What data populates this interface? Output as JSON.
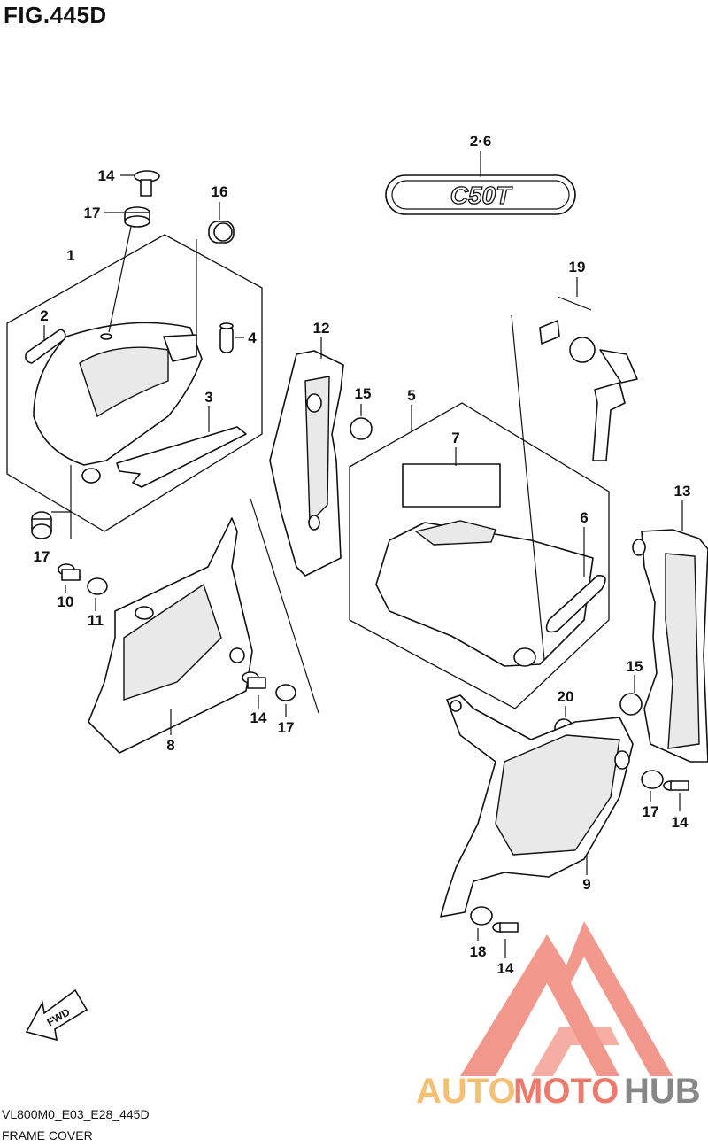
{
  "figure": {
    "title": "FIG.445D",
    "code": "VL800M0_E03_E28_445D",
    "name": "FRAME COVER"
  },
  "callouts": [
    {
      "id": "c-2-6",
      "label": "2·6"
    },
    {
      "id": "c-14a",
      "label": "14"
    },
    {
      "id": "c-17a",
      "label": "17"
    },
    {
      "id": "c-16",
      "label": "16"
    },
    {
      "id": "c-1",
      "label": "1"
    },
    {
      "id": "c-2",
      "label": "2"
    },
    {
      "id": "c-4",
      "label": "4"
    },
    {
      "id": "c-3",
      "label": "3"
    },
    {
      "id": "c-12",
      "label": "12"
    },
    {
      "id": "c-15a",
      "label": "15"
    },
    {
      "id": "c-5",
      "label": "5"
    },
    {
      "id": "c-19",
      "label": "19"
    },
    {
      "id": "c-7",
      "label": "7"
    },
    {
      "id": "c-6",
      "label": "6"
    },
    {
      "id": "c-13",
      "label": "13"
    },
    {
      "id": "c-17b",
      "label": "17"
    },
    {
      "id": "c-10",
      "label": "10"
    },
    {
      "id": "c-11",
      "label": "11"
    },
    {
      "id": "c-15b",
      "label": "15"
    },
    {
      "id": "c-20",
      "label": "20"
    },
    {
      "id": "c-14b",
      "label": "14"
    },
    {
      "id": "c-17c",
      "label": "17"
    },
    {
      "id": "c-8",
      "label": "8"
    },
    {
      "id": "c-17d",
      "label": "17"
    },
    {
      "id": "c-14c",
      "label": "14"
    },
    {
      "id": "c-9",
      "label": "9"
    },
    {
      "id": "c-18",
      "label": "18"
    },
    {
      "id": "c-14d",
      "label": "14"
    }
  ],
  "emblem": {
    "text": "C50T"
  },
  "fwd_arrow": {
    "text": "FWD"
  },
  "watermark": {
    "part1": "AUTO",
    "part2": "MOTO",
    "part3": "HUB",
    "color_red": "#e8432f",
    "color_orange": "#f4a53a",
    "color_gray": "#555555"
  }
}
